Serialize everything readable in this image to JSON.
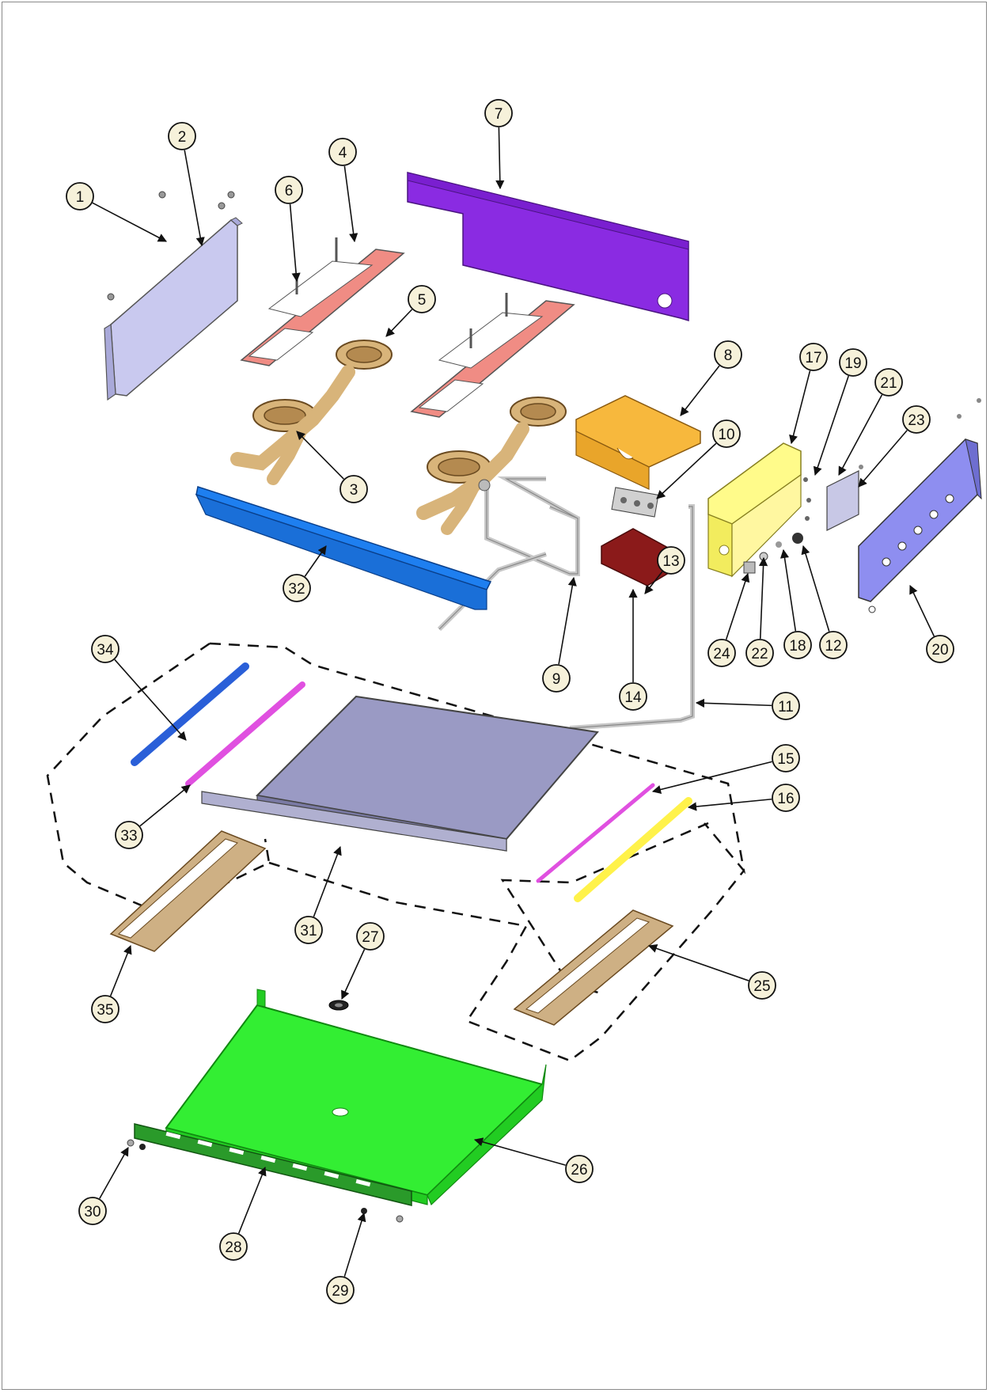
{
  "diagram": {
    "colors": {
      "panel_left": "#c9c9ef",
      "rail_red": "#f08c84",
      "burner": "#d8b47a",
      "back_panel": "#8a2be2",
      "heat_shield": "#f7b83d",
      "valve_box": "#fffb8a",
      "side_panel": "#8e8ef0",
      "front_rail": "#1e7ff0",
      "bracket_dark": "#8b1a1a",
      "griddle": "#9a9ac4",
      "rod_blue": "#2a5fd8",
      "rod_magenta": "#e050e0",
      "rail_yellow": "#fff24a",
      "support_tan": "#ceb084",
      "base_green": "#33ee33",
      "strip_green": "#2a9a2a",
      "callout_fill": "#f6f1da"
    },
    "callouts": [
      "1",
      "2",
      "3",
      "4",
      "5",
      "6",
      "7",
      "8",
      "9",
      "10",
      "11",
      "12",
      "13",
      "14",
      "15",
      "16",
      "17",
      "18",
      "19",
      "20",
      "21",
      "22",
      "23",
      "24",
      "25",
      "26",
      "27",
      "28",
      "29",
      "30",
      "31",
      "32",
      "33",
      "34",
      "35"
    ]
  }
}
